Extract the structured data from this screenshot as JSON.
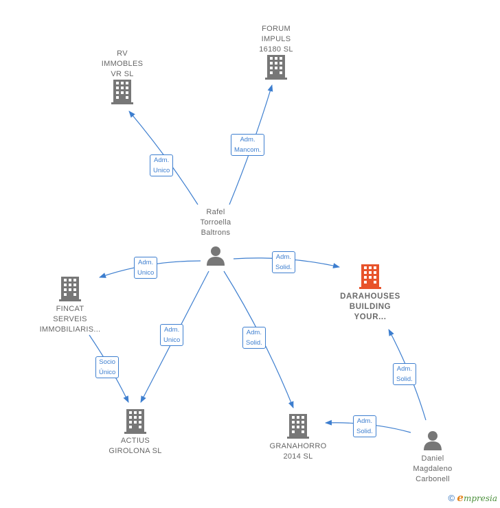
{
  "companies": {
    "rv": [
      "RV",
      "IMMOBLES",
      "VR  SL"
    ],
    "forum": [
      "FORUM",
      "IMPULS",
      "16180  SL"
    ],
    "darahouses": [
      "DARAHOUSES",
      "BUILDING",
      "YOUR..."
    ],
    "fincat": [
      "FINCAT",
      "SERVEIS",
      "IMMOBILIARIS..."
    ],
    "actius": [
      "ACTIUS",
      "GIROLONA  SL"
    ],
    "granahorro": [
      "GRANAHORRO",
      "2014  SL"
    ]
  },
  "people": {
    "rafel": [
      "Rafel",
      "Torroella",
      "Baltrons"
    ],
    "daniel": [
      "Daniel",
      "Magdaleno",
      "Carbonell"
    ]
  },
  "relations": {
    "rafel_rv": [
      "Adm.",
      "Unico"
    ],
    "rafel_forum": [
      "Adm.",
      "Mancom."
    ],
    "rafel_fincat": [
      "Adm.",
      "Unico"
    ],
    "rafel_darahouses": [
      "Adm.",
      "Solid."
    ],
    "rafel_actius": [
      "Adm.",
      "Unico"
    ],
    "rafel_granahorro": [
      "Adm.",
      "Solid."
    ],
    "fincat_actius": [
      "Socio",
      "Único"
    ],
    "daniel_darahouses": [
      "Adm.",
      "Solid."
    ],
    "daniel_granahorro": [
      "Adm.",
      "Solid."
    ]
  },
  "footer": {
    "copyright": "©",
    "brand_initial": "e",
    "brand_rest": "mpresia"
  },
  "colors": {
    "edge": "#3d7ecf",
    "building": "#777777",
    "main_building": "#e8532b",
    "person": "#777777"
  }
}
